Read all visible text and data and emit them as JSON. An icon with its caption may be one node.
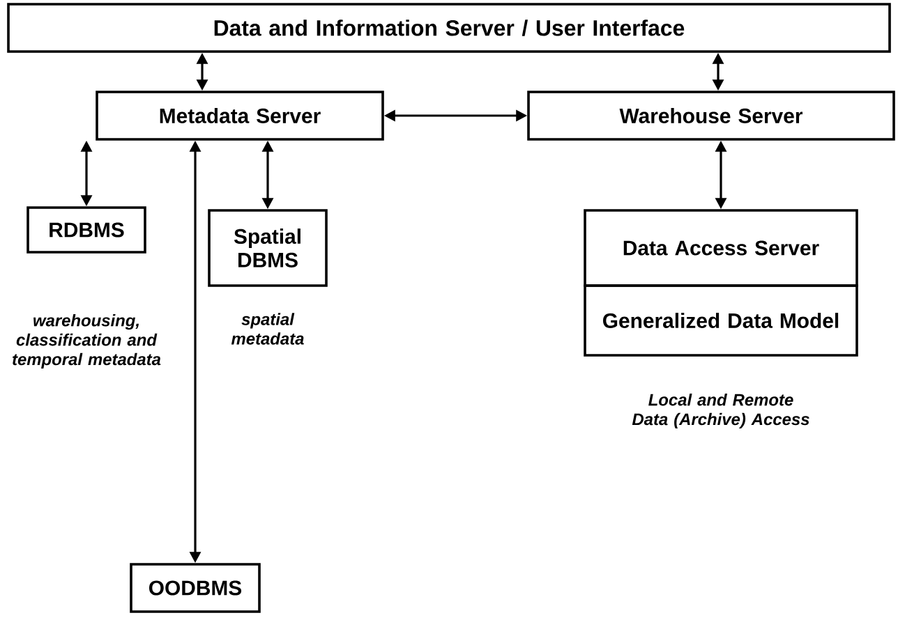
{
  "diagram": {
    "nodes": [
      {
        "text": [
          "Data and Information Server / User Interface"
        ]
      },
      {
        "text": [
          "Metadata Server"
        ]
      },
      {
        "text": [
          "Warehouse Server"
        ]
      },
      {
        "text": [
          "RDBMS"
        ],
        "beside": [
          "warehousing, classification and temporal metadata"
        ]
      },
      {
        "text": [
          "Spatial DBMS"
        ],
        "beside": [
          "spatial metadata"
        ]
      },
      {
        "text": [
          "Data Access Server"
        ]
      },
      {
        "text": [
          "Generalized Data Model"
        ],
        "beside": [
          "Local and Remote Data (Archive) Access"
        ]
      },
      {
        "text": [
          "OODBMS"
        ]
      }
    ],
    "edges": [
      {
        "from": 0,
        "to": 1,
        "arrow": "both"
      },
      {
        "from": 0,
        "to": 2,
        "arrow": "both"
      },
      {
        "from": 1,
        "to": 2,
        "arrow": "both"
      },
      {
        "from": 1,
        "to": 3,
        "arrow": "both"
      },
      {
        "from": 1,
        "to": 4,
        "arrow": "both"
      },
      {
        "from": 1,
        "to": 7,
        "arrow": "both"
      },
      {
        "from": 2,
        "to": 5,
        "arrow": "both"
      }
    ]
  }
}
